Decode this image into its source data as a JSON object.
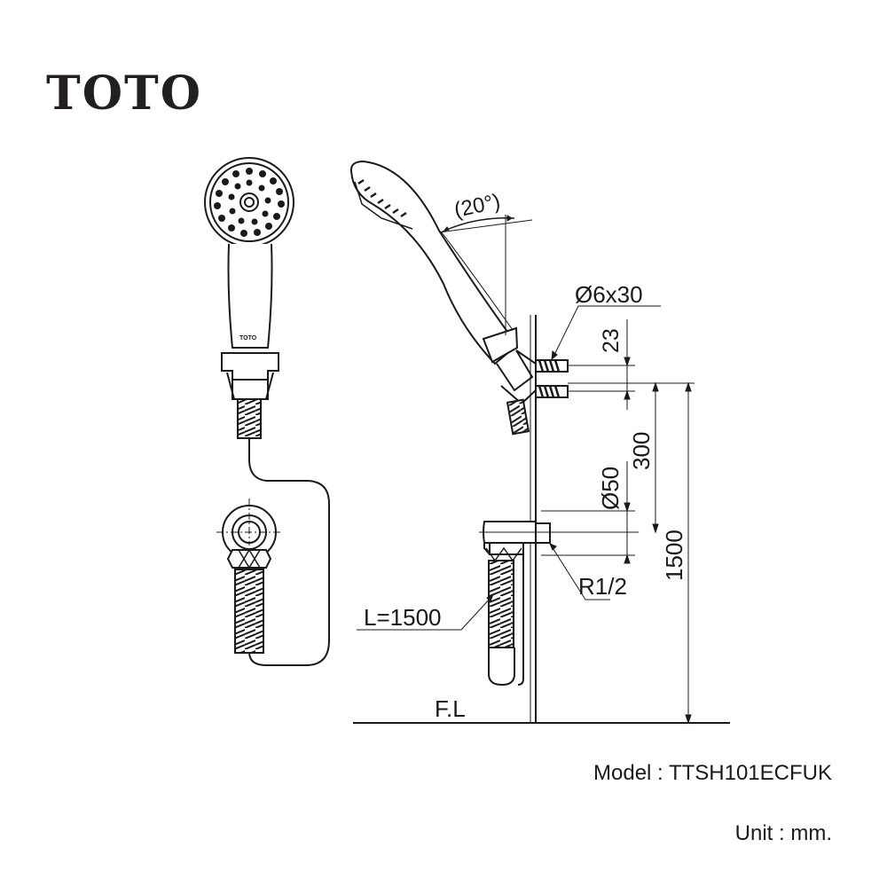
{
  "brand": {
    "logo_text": "TOTO",
    "handset_logo": "TOTO"
  },
  "dimensions": {
    "angle": "(20°)",
    "screw": "Ø6x30",
    "spacing": "23",
    "bracket_height": "300",
    "flange_diameter": "Ø50",
    "total_height": "1500",
    "thread": "R1/2",
    "hose_length": "L=1500",
    "floor_level": "F.L"
  },
  "footer": {
    "model": "Model : TTSH101ECFUK",
    "unit": "Unit : mm."
  },
  "icons": [
    "shower-head-front-icon",
    "shower-head-side-icon",
    "wall-bracket-icon",
    "wall-elbow-icon",
    "hose-icon",
    "screw-anchor-icon"
  ]
}
